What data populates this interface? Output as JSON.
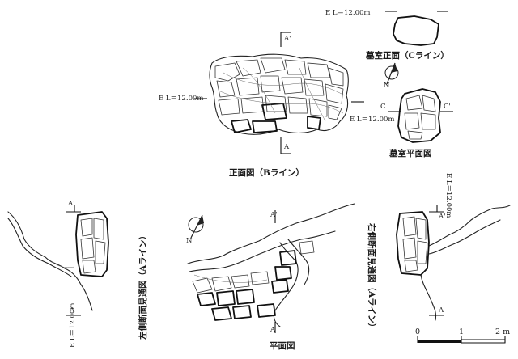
{
  "labels": {
    "el_front": "E L＝12.00m",
    "el_chamber_top": "E L＝12.00m",
    "el_chamber_plan": "E L＝12.00m",
    "el_left": "E L＝12.00m",
    "el_right": "E L＝12.00m",
    "chamber_front": "墓室正面（Cライン）",
    "chamber_plan": "墓室平面図",
    "front_view": "正面図（Bライン）",
    "left_section": "左側断面見通図（Aライン）",
    "right_section": "右側断面見通図（Aライン）",
    "plan_view": "平面図",
    "north": "N",
    "sec_a": "A",
    "sec_a_prime": "A'",
    "sec_c": "C",
    "sec_c_prime": "C'"
  },
  "scale_bar": {
    "ticks": [
      "0",
      "1",
      "2 m"
    ]
  }
}
